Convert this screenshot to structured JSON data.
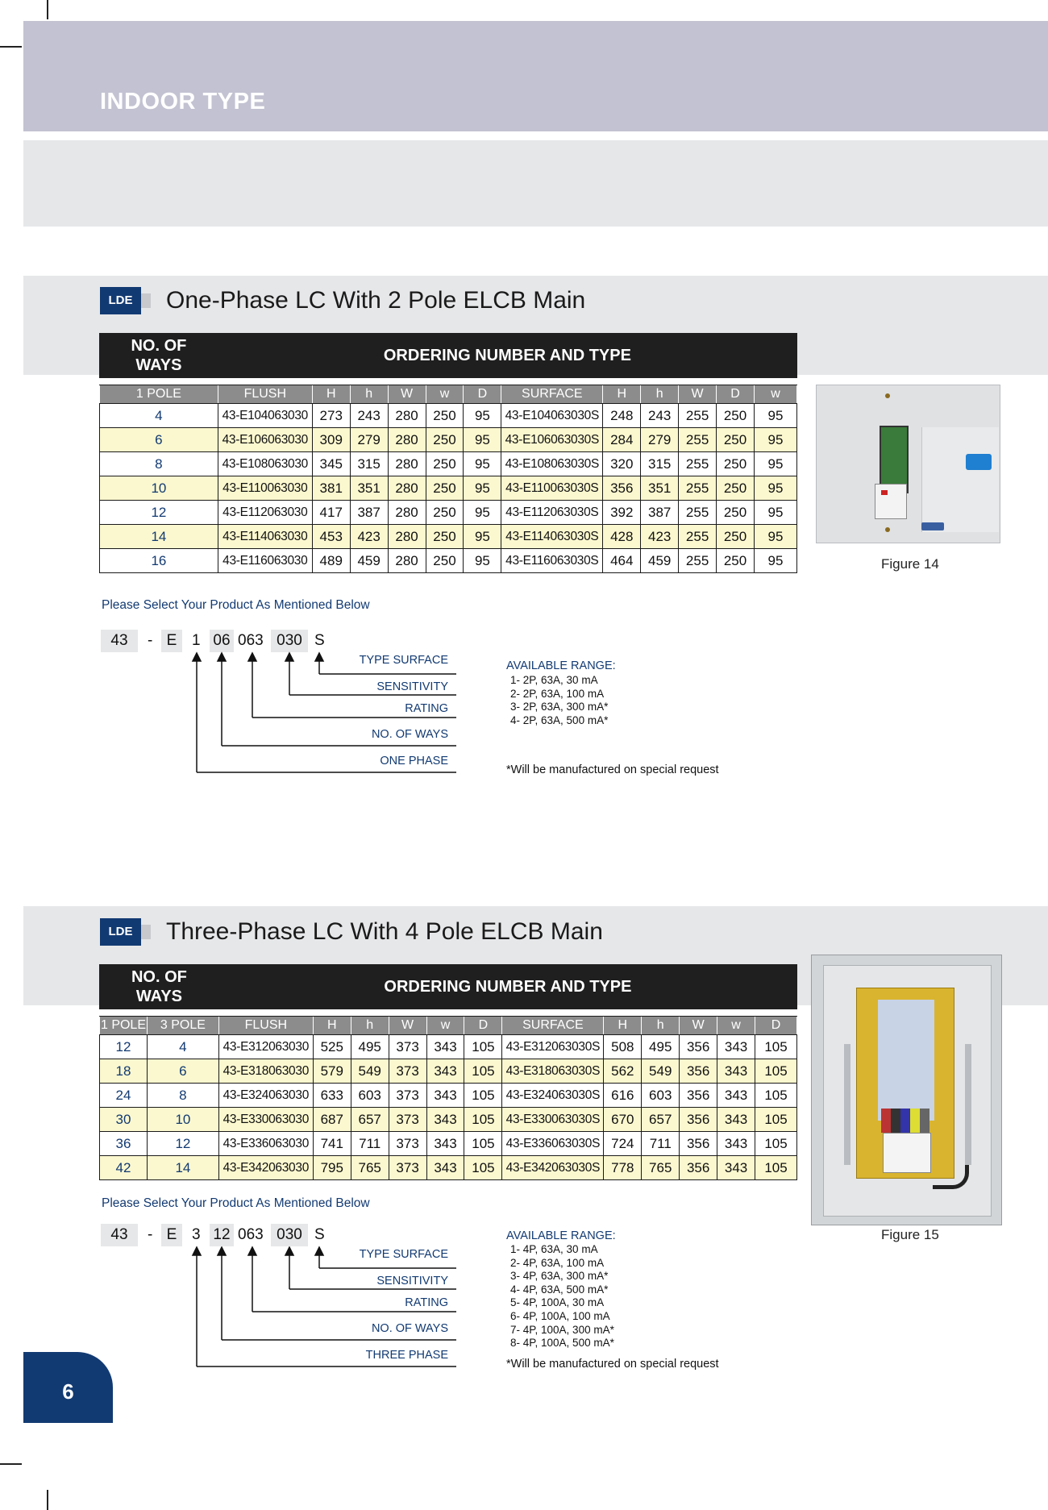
{
  "header": {
    "title": "INDOOR TYPE"
  },
  "sections": [
    {
      "badge": "LDE",
      "title": "One-Phase LC With 2 Pole ELCB Main",
      "table": {
        "ways_header": "NO. OF WAYS",
        "main_header": "ORDERING NUMBER AND TYPE",
        "sub_headers": [
          "1 POLE",
          "FLUSH",
          "H",
          "h",
          "W",
          "w",
          "D",
          "SURFACE",
          "H",
          "h",
          "W",
          "D",
          "w"
        ],
        "rows": [
          [
            "4",
            "43-E104063030",
            "273",
            "243",
            "280",
            "250",
            "95",
            "43-E104063030S",
            "248",
            "243",
            "255",
            "250",
            "95"
          ],
          [
            "6",
            "43-E106063030",
            "309",
            "279",
            "280",
            "250",
            "95",
            "43-E106063030S",
            "284",
            "279",
            "255",
            "250",
            "95"
          ],
          [
            "8",
            "43-E108063030",
            "345",
            "315",
            "280",
            "250",
            "95",
            "43-E108063030S",
            "320",
            "315",
            "255",
            "250",
            "95"
          ],
          [
            "10",
            "43-E110063030",
            "381",
            "351",
            "280",
            "250",
            "95",
            "43-E110063030S",
            "356",
            "351",
            "255",
            "250",
            "95"
          ],
          [
            "12",
            "43-E112063030",
            "417",
            "387",
            "280",
            "250",
            "95",
            "43-E112063030S",
            "392",
            "387",
            "255",
            "250",
            "95"
          ],
          [
            "14",
            "43-E114063030",
            "453",
            "423",
            "280",
            "250",
            "95",
            "43-E114063030S",
            "428",
            "423",
            "255",
            "250",
            "95"
          ],
          [
            "16",
            "43-E116063030",
            "489",
            "459",
            "280",
            "250",
            "95",
            "43-E116063030S",
            "464",
            "459",
            "255",
            "250",
            "95"
          ]
        ]
      },
      "figure_caption": "Figure 14",
      "select_note": "Please Select Your Product As Mentioned Below",
      "code_parts": [
        "43",
        "-",
        "E",
        "1",
        "06",
        "063",
        "030",
        "S"
      ],
      "code_labels": [
        "TYPE SURFACE",
        "SENSITIVITY",
        "RATING",
        "NO. OF WAYS",
        "ONE PHASE"
      ],
      "range_title": "AVAILABLE RANGE:",
      "range_items": [
        "1- 2P, 63A, 30 mA",
        "2- 2P, 63A, 100 mA",
        "3- 2P, 63A, 300 mA*",
        "4- 2P, 63A, 500 mA*"
      ],
      "special_note": "*Will be manufactured on special request"
    },
    {
      "badge": "LDE",
      "title": "Three-Phase LC With 4 Pole ELCB Main",
      "table": {
        "ways_header": "NO. OF WAYS",
        "main_header": "ORDERING NUMBER AND TYPE",
        "sub_headers": [
          "1 POLE",
          "3 POLE",
          "FLUSH",
          "H",
          "h",
          "W",
          "w",
          "D",
          "SURFACE",
          "H",
          "h",
          "W",
          "w",
          "D"
        ],
        "rows": [
          [
            "12",
            "4",
            "43-E312063030",
            "525",
            "495",
            "373",
            "343",
            "105",
            "43-E312063030S",
            "508",
            "495",
            "356",
            "343",
            "105"
          ],
          [
            "18",
            "6",
            "43-E318063030",
            "579",
            "549",
            "373",
            "343",
            "105",
            "43-E318063030S",
            "562",
            "549",
            "356",
            "343",
            "105"
          ],
          [
            "24",
            "8",
            "43-E324063030",
            "633",
            "603",
            "373",
            "343",
            "105",
            "43-E324063030S",
            "616",
            "603",
            "356",
            "343",
            "105"
          ],
          [
            "30",
            "10",
            "43-E330063030",
            "687",
            "657",
            "373",
            "343",
            "105",
            "43-E330063030S",
            "670",
            "657",
            "356",
            "343",
            "105"
          ],
          [
            "36",
            "12",
            "43-E336063030",
            "741",
            "711",
            "373",
            "343",
            "105",
            "43-E336063030S",
            "724",
            "711",
            "356",
            "343",
            "105"
          ],
          [
            "42",
            "14",
            "43-E342063030",
            "795",
            "765",
            "373",
            "343",
            "105",
            "43-E342063030S",
            "778",
            "765",
            "356",
            "343",
            "105"
          ]
        ]
      },
      "figure_caption": "Figure 15",
      "select_note": "Please Select Your Product As Mentioned Below",
      "code_parts": [
        "43",
        "-",
        "E",
        "3",
        "12",
        "063",
        "030",
        "S"
      ],
      "code_labels": [
        "TYPE SURFACE",
        "SENSITIVITY",
        "RATING",
        "NO. OF WAYS",
        "THREE PHASE"
      ],
      "range_title": "AVAILABLE RANGE:",
      "range_items": [
        "1- 4P, 63A, 30 mA",
        "2- 4P, 63A, 100 mA",
        "3- 4P, 63A, 300 mA*",
        "4- 4P, 63A, 500 mA*",
        "5- 4P, 100A, 30 mA",
        "6- 4P, 100A, 100 mA",
        "7- 4P, 100A, 300 mA*",
        "8- 4P, 100A, 500 mA*"
      ],
      "special_note": "*Will be manufactured on special request"
    }
  ],
  "footer": {
    "page_number": "6"
  },
  "colors": {
    "header_band": "#c2c2d2",
    "brand_blue": "#123a72",
    "row_highlight": "#fbf8cf",
    "table_header": "#1f1f1f"
  }
}
